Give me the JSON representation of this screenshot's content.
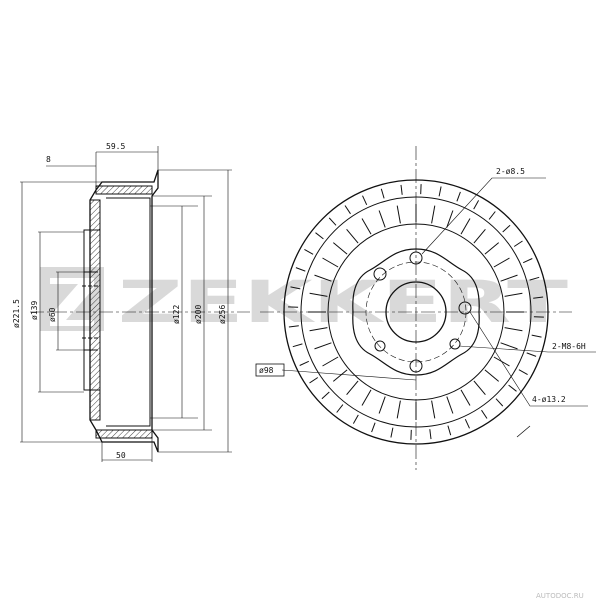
{
  "watermark": {
    "brand": "ZEKKERT",
    "color": "#d9d9d9"
  },
  "footer": {
    "text": "AUTODOC.RU"
  },
  "side_view": {
    "dims": {
      "flange_thickness": "8",
      "depth_top": "59.5",
      "depth_bottom": "50",
      "d221": "ø221.5",
      "d139": "ø139",
      "d60": "ø60",
      "d122": "ø122",
      "d200": "ø200",
      "d256": "ø256"
    }
  },
  "front_view": {
    "callouts": {
      "hole_8_5": "2-ø8.5",
      "thread": "2-M8-6H",
      "bolt_holes": "4-ø13.2",
      "pcd": "ø98"
    }
  },
  "colors": {
    "line": "#111111",
    "hatch": "#111111",
    "watermark": "#d9d9d9"
  }
}
